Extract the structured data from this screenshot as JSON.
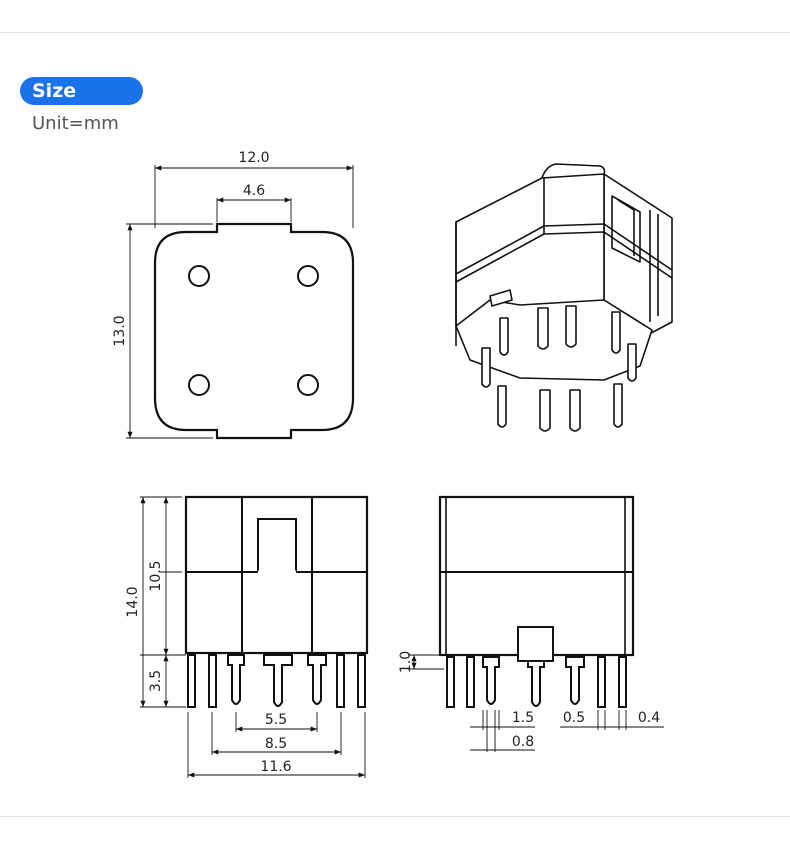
{
  "header": {
    "size_label": "Size",
    "unit_label": "Unit=mm"
  },
  "top_view": {
    "width_label": "12.0",
    "notch_label": "4.6",
    "height_label": "13.0"
  },
  "front_view": {
    "total_height_label": "14.0",
    "body_height_label": "10.5",
    "pin_length_label": "3.5",
    "span_inner_label": "5.5",
    "span_middle_label": "8.5",
    "span_outer_label": "11.6"
  },
  "side_view": {
    "standoff_label": "1.0",
    "pin_width_label": "1.5",
    "pin_gap_label": "0.5",
    "pin_thickness_label": "0.4",
    "pin_pitch_label": "0.8"
  },
  "colors": {
    "badge": "#1a73e8",
    "line": "#111111"
  }
}
